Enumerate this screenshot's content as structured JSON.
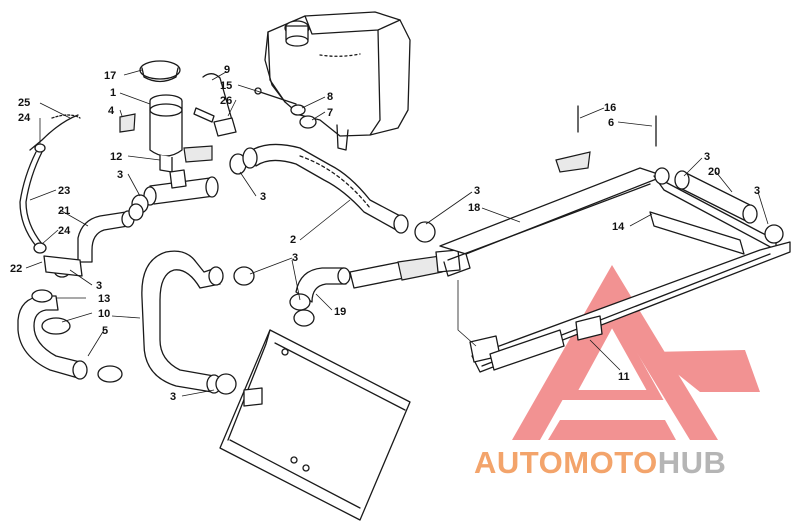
{
  "callouts": [
    {
      "id": "c17",
      "label": "17"
    },
    {
      "id": "c1",
      "label": "1"
    },
    {
      "id": "c4",
      "label": "4"
    },
    {
      "id": "c12",
      "label": "12"
    },
    {
      "id": "c9",
      "label": "9"
    },
    {
      "id": "c15",
      "label": "15"
    },
    {
      "id": "c26",
      "label": "26"
    },
    {
      "id": "c8",
      "label": "8"
    },
    {
      "id": "c7",
      "label": "7"
    },
    {
      "id": "c25",
      "label": "25"
    },
    {
      "id": "c24a",
      "label": "24"
    },
    {
      "id": "c23",
      "label": "23"
    },
    {
      "id": "c21",
      "label": "21"
    },
    {
      "id": "c24b",
      "label": "24"
    },
    {
      "id": "c22",
      "label": "22"
    },
    {
      "id": "c3a",
      "label": "3"
    },
    {
      "id": "c3b",
      "label": "3"
    },
    {
      "id": "c3c",
      "label": "3"
    },
    {
      "id": "c13",
      "label": "13"
    },
    {
      "id": "c10",
      "label": "10"
    },
    {
      "id": "c5",
      "label": "5"
    },
    {
      "id": "c2",
      "label": "2"
    },
    {
      "id": "c3d",
      "label": "3"
    },
    {
      "id": "c19",
      "label": "19"
    },
    {
      "id": "c3e",
      "label": "3"
    },
    {
      "id": "c3f",
      "label": "3"
    },
    {
      "id": "c18",
      "label": "18"
    },
    {
      "id": "c16",
      "label": "16"
    },
    {
      "id": "c6",
      "label": "6"
    },
    {
      "id": "c3g",
      "label": "3"
    },
    {
      "id": "c20",
      "label": "20"
    },
    {
      "id": "c3h",
      "label": "3"
    },
    {
      "id": "c14",
      "label": "14"
    },
    {
      "id": "c11",
      "label": "11"
    }
  ],
  "watermark": {
    "part1": "AUTO",
    "part2": "MOTO",
    "part3": "HUB",
    "colors": {
      "primary": "#f3a46b",
      "secondary": "#b5b5b5",
      "logo": "#f07f7f"
    }
  }
}
